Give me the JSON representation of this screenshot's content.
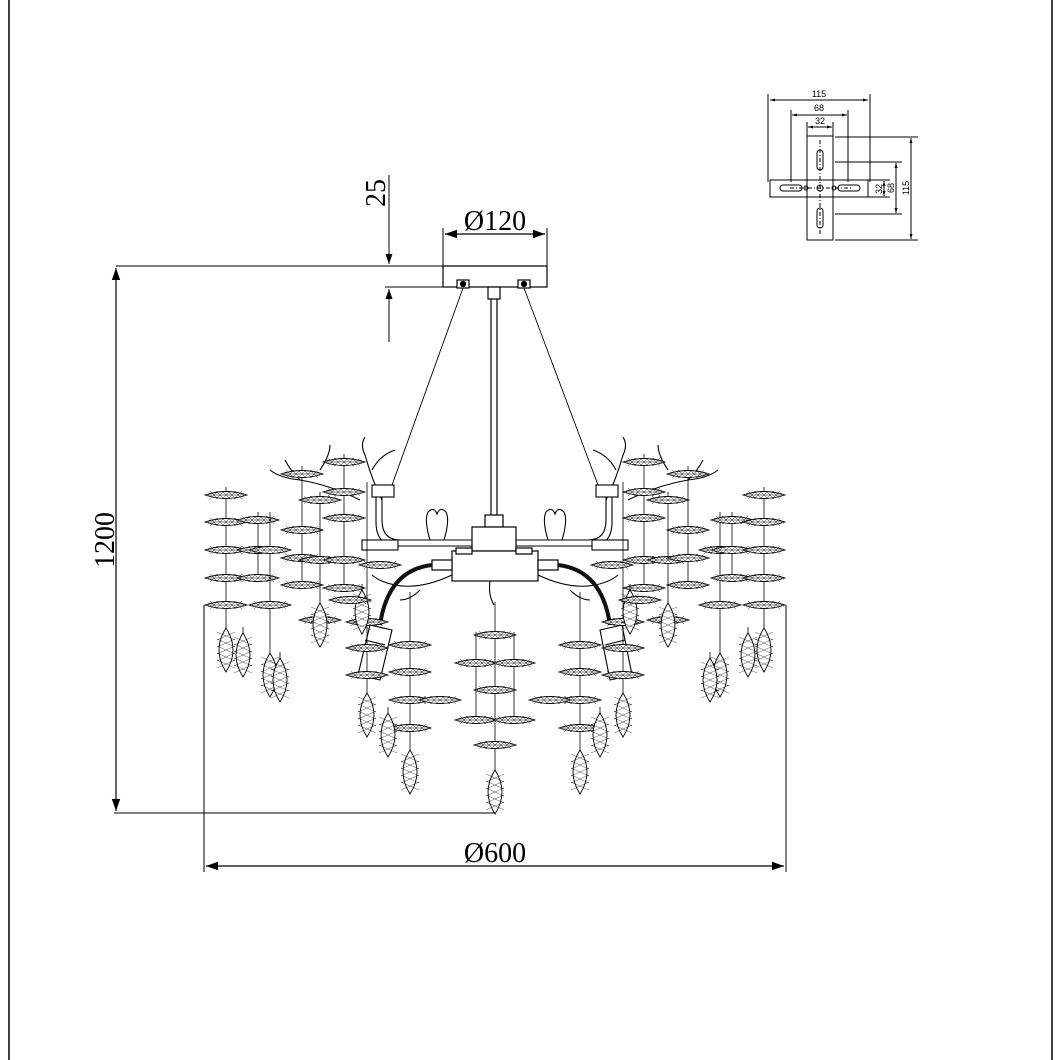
{
  "dimensions": {
    "canopy_diameter": "Ø120",
    "canopy_height": "25",
    "overall_height": "1200",
    "overall_diameter": "Ø600"
  },
  "bracket": {
    "width_outer": "115",
    "width_mid": "68",
    "width_inner": "32",
    "height_inner": "32",
    "height_mid": "68",
    "height_outer": "115"
  },
  "colors": {
    "line": "#000000",
    "background": "#ffffff",
    "cable": "#111111"
  }
}
